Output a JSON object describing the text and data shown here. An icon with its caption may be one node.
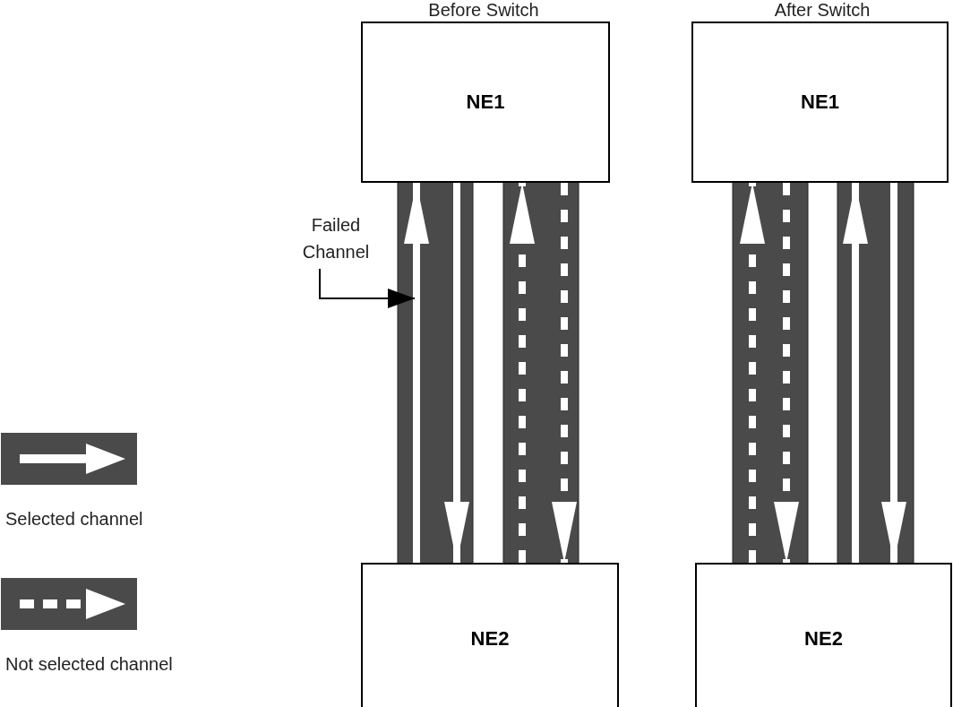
{
  "diagram": {
    "nodes": [
      {
        "text": [
          "NE1"
        ]
      },
      {
        "text": [
          "NE2"
        ]
      },
      {
        "text": [
          "NE1"
        ]
      },
      {
        "text": [
          "NE2"
        ]
      },
      {
        "text": [
          "Failed Channel"
        ]
      }
    ],
    "edges": [
      {
        "from": 1,
        "to": 0,
        "arrow": "to"
      },
      {
        "from": 0,
        "to": 1,
        "arrow": "to"
      },
      {
        "from": 1,
        "to": 0,
        "arrow": "to",
        "style": "dashed"
      },
      {
        "from": 0,
        "to": 1,
        "arrow": "to",
        "style": "dashed"
      },
      {
        "from": 3,
        "to": 2,
        "arrow": "to",
        "style": "dashed"
      },
      {
        "from": 2,
        "to": 3,
        "arrow": "to",
        "style": "dashed"
      },
      {
        "from": 3,
        "to": 2,
        "arrow": "to"
      },
      {
        "from": 2,
        "to": 3,
        "arrow": "to"
      },
      {
        "from": 4,
        "to": null,
        "arrow": "to",
        "color": "#000000"
      }
    ],
    "labels": [
      "Before Switch",
      "After Switch"
    ],
    "legend": [
      {
        "text": "Selected channel"
      },
      {
        "text": "Not selected channel"
      }
    ]
  }
}
